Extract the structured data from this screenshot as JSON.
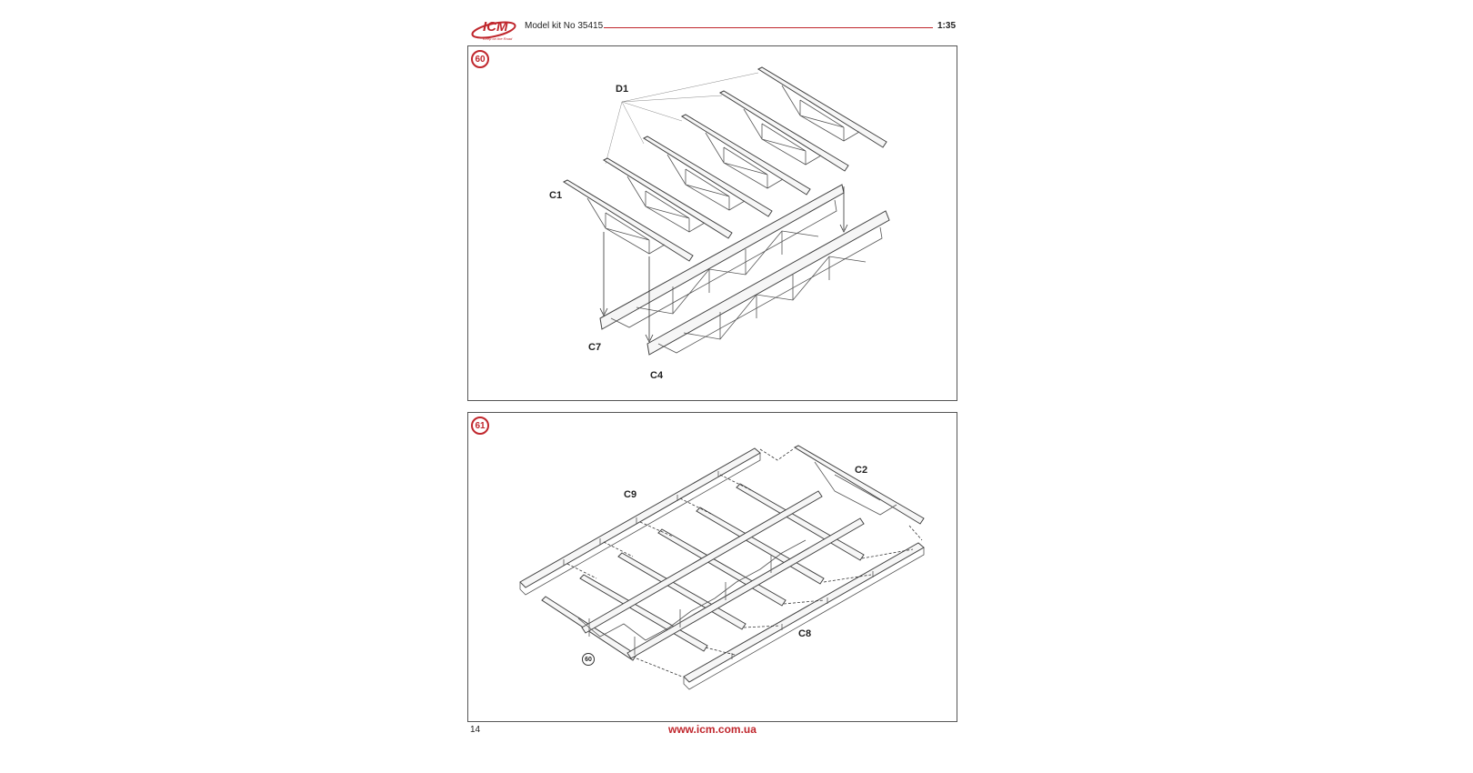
{
  "header": {
    "logo_text": "ICM",
    "logo_tagline": "Keep on the Road",
    "kit_label": "Model kit No 35415",
    "scale": "1:35"
  },
  "steps": [
    {
      "number": "60",
      "labels": {
        "d1": "D1",
        "c1": "C1",
        "c7": "C7",
        "c4": "C4"
      }
    },
    {
      "number": "61",
      "labels": {
        "c2": "C2",
        "c9": "C9",
        "c8": "C8"
      },
      "reference_step": "60"
    }
  ],
  "footer": {
    "page_number": "14",
    "url": "www.icm.com.ua"
  },
  "colors": {
    "accent_red": "#c0272d",
    "line": "#444444"
  }
}
